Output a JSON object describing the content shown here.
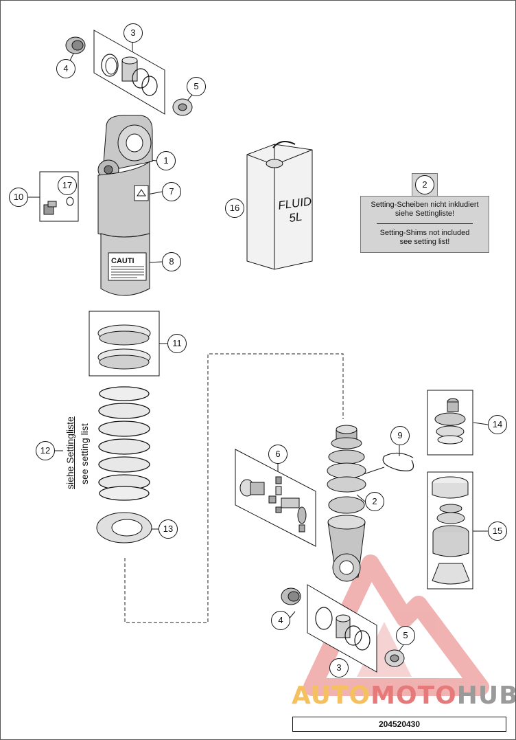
{
  "callouts": [
    "1",
    "2",
    "2",
    "3",
    "3",
    "4",
    "4",
    "5",
    "5",
    "6",
    "7",
    "8",
    "9",
    "10",
    "11",
    "12",
    "13",
    "14",
    "15",
    "16",
    "17"
  ],
  "fluid_can": {
    "line1": "FLUID",
    "line2": "5L"
  },
  "caution_label": "CAUTI",
  "note": {
    "ref": "2",
    "german": [
      "Setting-Scheiben nicht inkludiert",
      "siehe Settingliste!"
    ],
    "english": [
      "Setting-Shims not included",
      "see setting list!"
    ]
  },
  "spring_label": {
    "german": "siehe Settingliste",
    "english": "see setting list"
  },
  "document_number": "204520430",
  "watermark": {
    "part1": "AUTO",
    "part2": "MOTO",
    "part3": "HUB"
  }
}
